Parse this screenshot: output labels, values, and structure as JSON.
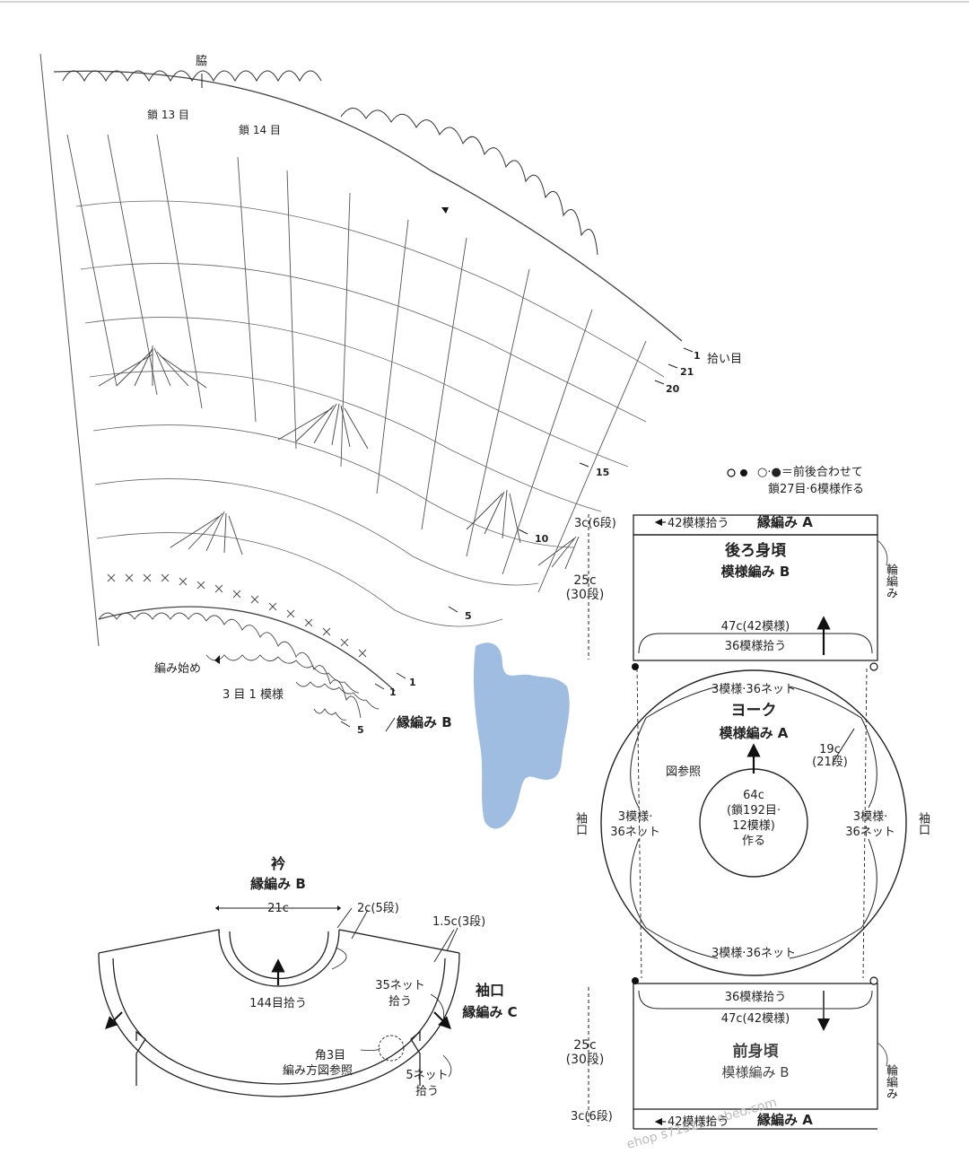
{
  "yoke_chart": {
    "side_label": "脇",
    "chain_13": "鎖 13 目",
    "chain_14": "鎖 14 目",
    "pickup_label": "拾い目",
    "row_numbers": [
      "1",
      "21",
      "20",
      "15",
      "10",
      "5",
      "1",
      "1",
      "5"
    ],
    "start_label": "編み始め",
    "repeat_label": "3 目 1 模様",
    "edging_b": "縁編み B"
  },
  "back_body": {
    "note_line1": "○·●＝前後合わせて",
    "note_line2": "鎖27目·6模様作る",
    "top_dim": "3c(6段)",
    "top_pick": "42模様拾う",
    "top_edge": "縁編み A",
    "title": "後ろ身頃",
    "pattern": "模様編み B",
    "side_dim_c": "25c",
    "side_dim_rows": "(30段)",
    "side_label": "輪編み",
    "width": "47c(42模様)",
    "pick": "36模様拾う"
  },
  "yoke": {
    "title": "ヨーク",
    "pattern": "模様編み A",
    "top_net": "3模様·36ネット",
    "bottom_net": "3模様·36ネット",
    "left_net_1": "3模様·",
    "left_net_2": "36ネット",
    "right_net_1": "3模様·",
    "right_net_2": "36ネット",
    "ref": "図参照",
    "depth_c": "19c",
    "depth_rows": "(21段)",
    "center_1": "64c",
    "center_2": "(鎖192目·",
    "center_3": "12模様)",
    "center_4": "作る",
    "sleeve_left": "袖口",
    "sleeve_right": "袖口"
  },
  "front_body": {
    "pick": "36模様拾う",
    "width": "47c(42模様)",
    "title": "前身頃",
    "pattern": "模様編み B",
    "side_dim_c": "25c",
    "side_dim_rows": "(30段)",
    "side_label": "輪編み",
    "bottom_dim": "3c(6段)",
    "bottom_pick": "42模様拾う",
    "bottom_edge": "縁編み A"
  },
  "collar": {
    "title": "衿",
    "edge": "縁編み B",
    "width": "21c",
    "depth_1": "2c(5段)",
    "depth_2": "1.5c(3段)",
    "pick": "144目拾う",
    "net_35a": "35ネット",
    "net_35b": "拾う",
    "corner_1": "角3目",
    "corner_2": "編み方図参照",
    "net_5a": "5ネット",
    "net_5b": "拾う"
  },
  "cuff": {
    "title": "袖口",
    "edge": "縁編み C"
  }
}
